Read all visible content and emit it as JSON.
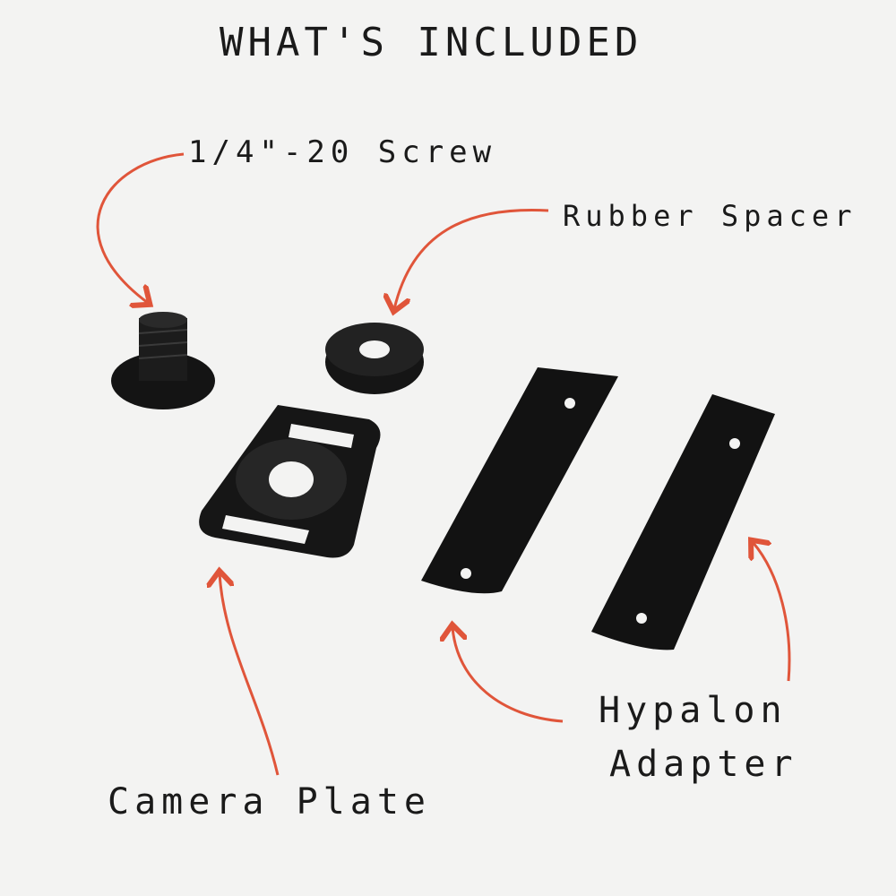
{
  "title": "WHAT'S INCLUDED",
  "labels": {
    "screw": "1/4\"-20 Screw",
    "spacer": "Rubber Spacer",
    "hypalon_line1": "Hypalon",
    "hypalon_line2": "Adapter",
    "camera_plate": "Camera Plate"
  },
  "colors": {
    "arrow": "#e0553a",
    "part": "#111111",
    "background": "#f3f3f2"
  }
}
